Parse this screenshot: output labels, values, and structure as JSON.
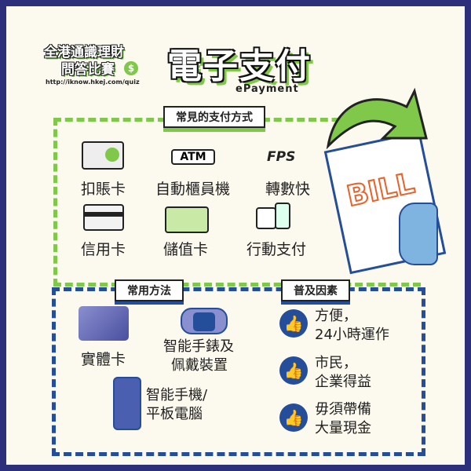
{
  "logo": {
    "line1": "全港通識理財",
    "line2": "問答比賽",
    "url": "http://iknow.hkej.com/quiz"
  },
  "title": "電子支付",
  "subtitle": "ePayment",
  "section_common": {
    "heading": "常見的支付方式",
    "items": [
      {
        "label": "扣賬卡",
        "icon": "debit-card-icon"
      },
      {
        "label": "自動櫃員機",
        "icon": "atm-icon",
        "icon_text": "ATM"
      },
      {
        "label": "轉數快",
        "icon": "fps-icon",
        "icon_text": "FPS"
      },
      {
        "label": "信用卡",
        "icon": "credit-card-icon"
      },
      {
        "label": "儲值卡",
        "icon": "stored-value-card-icon"
      },
      {
        "label": "行動支付",
        "icon": "mobile-payment-icon"
      }
    ]
  },
  "bill_text": "BILL",
  "section_methods": {
    "heading": "常用方法",
    "items": [
      {
        "label": "實體卡",
        "icon": "physical-card-icon"
      },
      {
        "line1": "智能手錶及",
        "line2": "佩戴裝置",
        "icon": "smartwatch-icon"
      },
      {
        "line1": "智能手機/",
        "line2": "平板電腦",
        "icon": "smartphone-icon"
      }
    ]
  },
  "section_factors": {
    "heading": "普及因素",
    "items": [
      {
        "line1": "方便，",
        "line2": "24小時運作"
      },
      {
        "line1": "市民，",
        "line2": "企業得益"
      },
      {
        "line1": "毋須帶備",
        "line2": "大量現金"
      }
    ]
  },
  "colors": {
    "green": "#7fc84a",
    "navy": "#244d9a",
    "border": "#2c2f7a",
    "bg": "#fcf9ee"
  }
}
